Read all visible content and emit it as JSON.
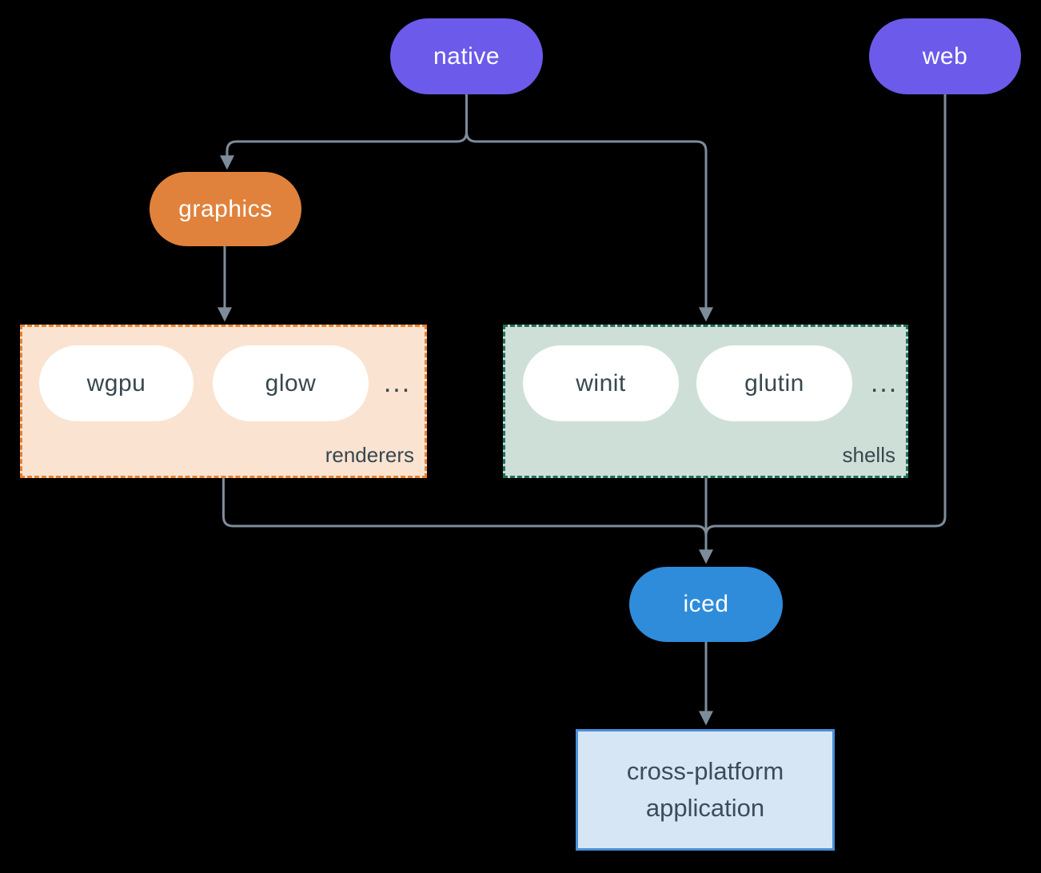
{
  "colors": {
    "bg": "#000000",
    "purple": "#6C5BEA",
    "orange": "#E0823C",
    "blue": "#2E8CDB",
    "edge": "#7E8C9A",
    "dark-text": "#37474F",
    "renderers-fill": "#FAE3D1",
    "renderers-border": "#E8822F",
    "shells-fill": "#CEDFD7",
    "shells-border": "#20705F",
    "app-fill": "#D7E6F5",
    "app-border": "#4A90D9"
  },
  "nodes": {
    "native": "native",
    "web": "web",
    "graphics": "graphics",
    "iced": "iced",
    "app": "cross-platform application"
  },
  "groups": {
    "renderers": {
      "label": "renderers",
      "items": [
        "wgpu",
        "glow"
      ],
      "more": "..."
    },
    "shells": {
      "label": "shells",
      "items": [
        "winit",
        "glutin"
      ],
      "more": "..."
    }
  }
}
